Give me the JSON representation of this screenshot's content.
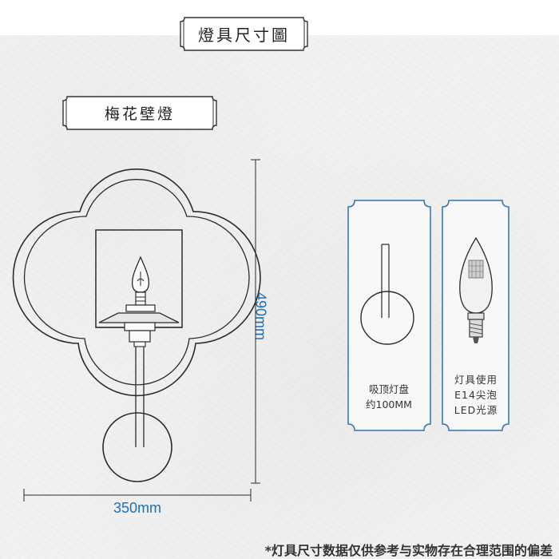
{
  "header": {
    "title": "燈具尺寸圖"
  },
  "product": {
    "name": "梅花壁燈"
  },
  "dimensions": {
    "height_label": "490mm",
    "width_label": "350mm"
  },
  "cards": [
    {
      "line1": "吸顶灯盘",
      "line2": "约100MM"
    },
    {
      "line1": "灯具使用",
      "line2": "E14尖泡",
      "line3": "LED光源"
    }
  ],
  "footer": {
    "note": "*灯具尺寸数据仅供参考与实物存在合理范围的偏差"
  },
  "colors": {
    "dimension": "#1f6fb6",
    "line": "#2b2b2b"
  }
}
